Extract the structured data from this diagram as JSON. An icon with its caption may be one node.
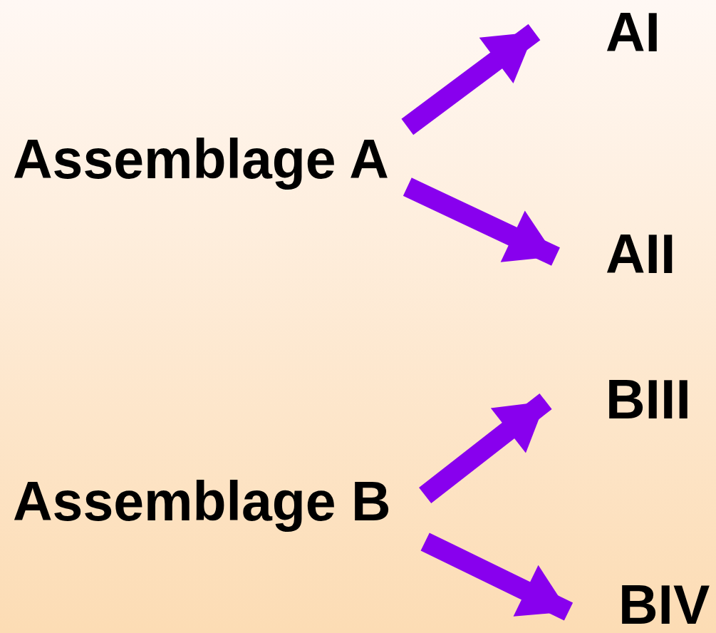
{
  "diagram": {
    "nodes": [
      {
        "text": [
          "Assemblage A"
        ]
      },
      {
        "text": [
          "AI"
        ]
      },
      {
        "text": [
          "AII"
        ]
      },
      {
        "text": [
          "Assemblage B"
        ]
      },
      {
        "text": [
          "BIII"
        ]
      },
      {
        "text": [
          "BIV"
        ]
      }
    ],
    "edges": [
      {
        "from": 0,
        "to": 1,
        "arrow": "to"
      },
      {
        "from": 0,
        "to": 2,
        "arrow": "to"
      },
      {
        "from": 3,
        "to": 4,
        "arrow": "to"
      },
      {
        "from": 3,
        "to": 5,
        "arrow": "to"
      }
    ]
  }
}
